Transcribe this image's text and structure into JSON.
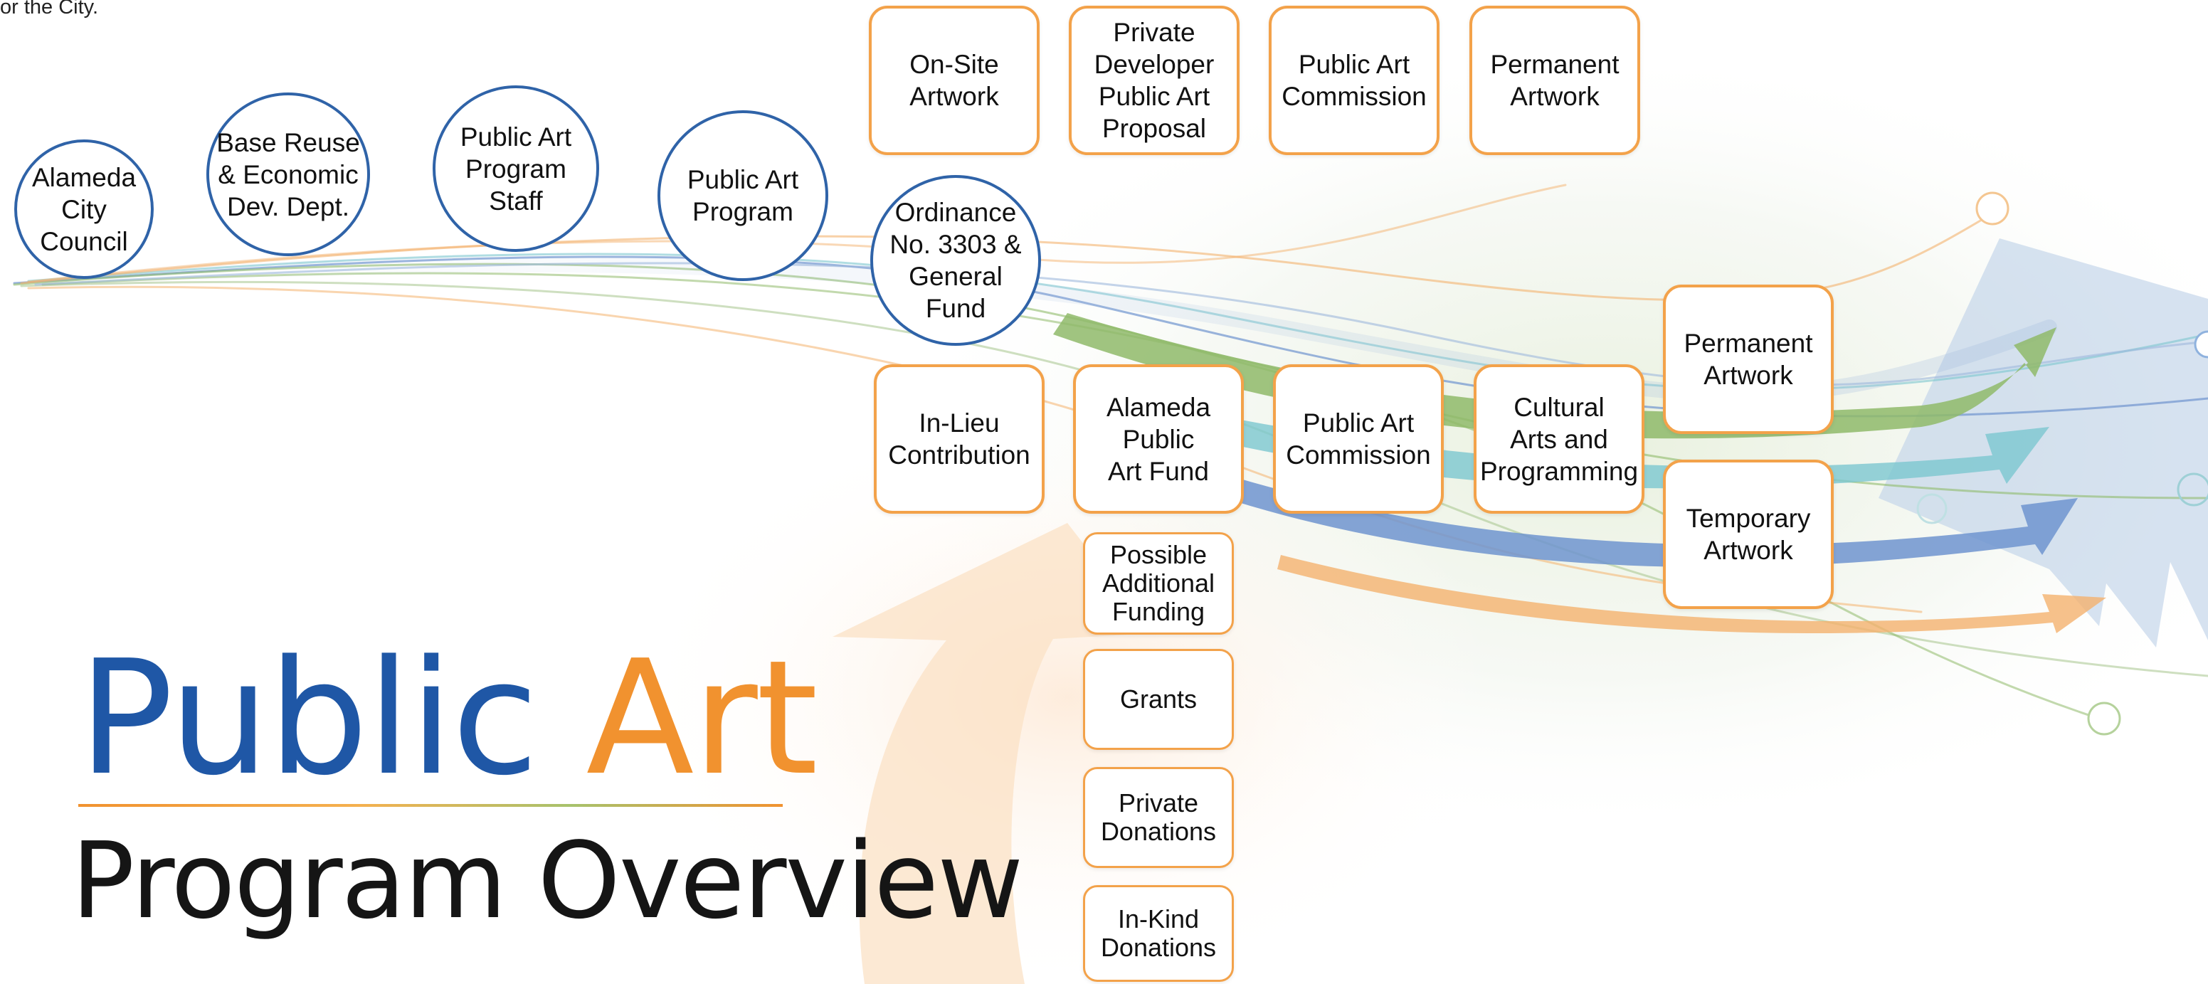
{
  "intro_fragment": "or the City.",
  "title": {
    "word1": "Public",
    "word2": "Art",
    "subtitle": "Program Overview"
  },
  "circles": [
    {
      "id": "alameda-city-council",
      "label": "Alameda\nCity\nCouncil"
    },
    {
      "id": "base-reuse",
      "label": "Base Reuse\n& Economic\nDev. Dept."
    },
    {
      "id": "program-staff",
      "label": "Public Art\nProgram\nStaff"
    },
    {
      "id": "public-art-program",
      "label": "Public Art\nProgram"
    },
    {
      "id": "ordinance",
      "label": "Ordinance\nNo. 3303 &\nGeneral\nFund"
    }
  ],
  "boxes": [
    {
      "id": "on-site-artwork",
      "label": "On-Site\nArtwork"
    },
    {
      "id": "private-developer-proposal",
      "label": "Private\nDeveloper\nPublic Art\nProposal"
    },
    {
      "id": "public-art-commission-top",
      "label": "Public Art\nCommission"
    },
    {
      "id": "permanent-artwork-top",
      "label": "Permanent\nArtwork"
    },
    {
      "id": "in-lieu-contribution",
      "label": "In-Lieu\nContribution"
    },
    {
      "id": "alameda-public-art-fund",
      "label": "Alameda\nPublic\nArt Fund"
    },
    {
      "id": "public-art-commission-mid",
      "label": "Public Art\nCommission"
    },
    {
      "id": "cultural-arts-programming",
      "label": "Cultural\nArts and\nProgramming"
    },
    {
      "id": "permanent-artwork-right",
      "label": "Permanent\nArtwork"
    },
    {
      "id": "temporary-artwork",
      "label": "Temporary\nArtwork"
    },
    {
      "id": "possible-additional-funding",
      "label": "Possible\nAdditional\nFunding"
    },
    {
      "id": "grants",
      "label": "Grants"
    },
    {
      "id": "private-donations",
      "label": "Private\nDonations"
    },
    {
      "id": "in-kind-donations",
      "label": "In-Kind\nDonations"
    }
  ],
  "colors": {
    "circle_border": "#2f63a8",
    "box_border": "#f3a24a",
    "title_blue": "#1f57a6",
    "title_orange": "#f1922f",
    "arrow_green": "#8fba6a",
    "arrow_teal": "#7cc7cf",
    "arrow_blue": "#6f94cf",
    "arrow_orange": "#f4b26e"
  }
}
